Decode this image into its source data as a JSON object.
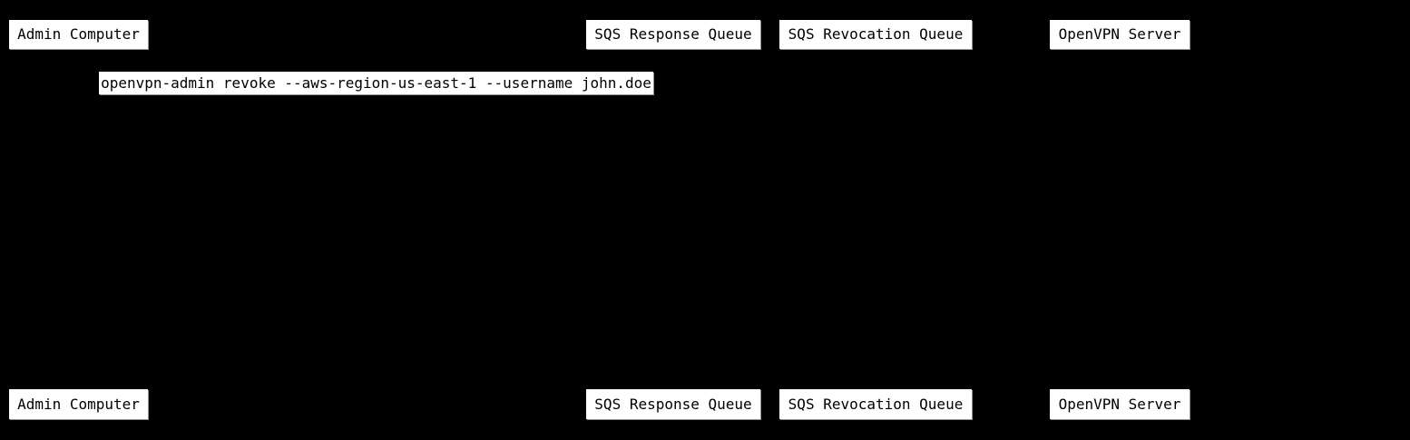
{
  "diagram": {
    "type": "sequence",
    "colors": {
      "background": "#000000",
      "box_fill": "#ffffff",
      "box_text": "#000000"
    },
    "participants": [
      "Admin Computer",
      "SQS Response Queue",
      "SQS Revocation Queue",
      "OpenVPN Server"
    ],
    "message": "openvpn-admin revoke --aws-region-us-east-1 --username john.doe"
  }
}
